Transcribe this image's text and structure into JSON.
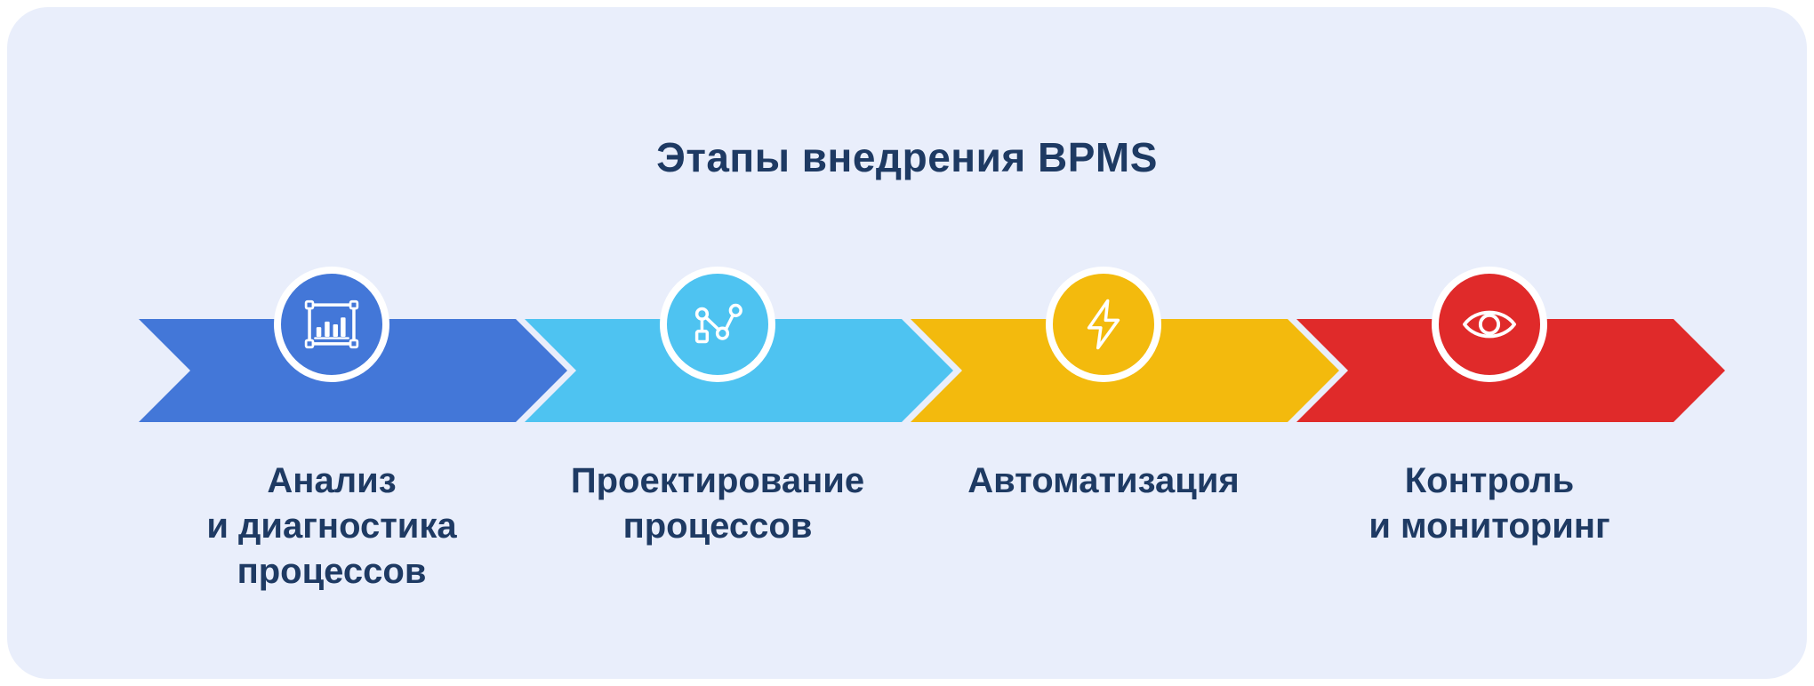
{
  "title": "Этапы внедрения BPMS",
  "colors": {
    "page_background": "#FFFFFF",
    "panel_background": "#E9EEFB",
    "text": "#1E3A63",
    "ring": "#FFFFFF"
  },
  "steps": [
    {
      "label": "Анализ\nи диагностика\nпроцессов",
      "color": "#4377D8",
      "icon": "bar-chart-icon"
    },
    {
      "label": "Проектирование\nпроцессов",
      "color": "#4EC3F1",
      "icon": "flowchart-icon"
    },
    {
      "label": "Автоматизация",
      "color": "#F3BA0D",
      "icon": "lightning-icon"
    },
    {
      "label": "Контроль\nи мониторинг",
      "color": "#E02A2A",
      "icon": "eye-icon"
    }
  ]
}
